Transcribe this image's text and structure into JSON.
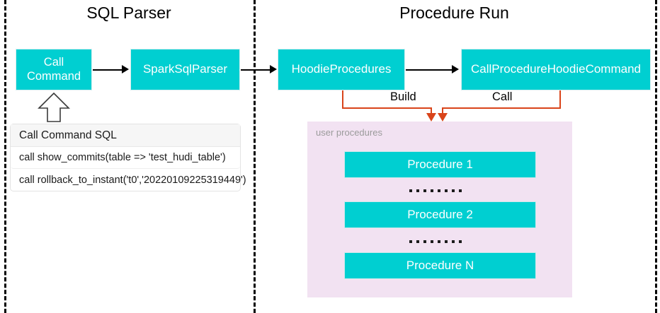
{
  "diagram": {
    "sections": [
      {
        "title": "SQL Parser"
      },
      {
        "title": "Procedure Run"
      }
    ],
    "nodes": {
      "call_command": "Call\nCommand",
      "call_command_line1": "Call",
      "call_command_line2": "Command",
      "spark_sql_parser": "SparkSqlParser",
      "hoodie_procedures": "HoodieProcedures",
      "call_procedure_hoodie_command": "CallProcedureHoodieCommand"
    },
    "edge_labels": {
      "build": "Build",
      "call": "Call"
    },
    "sql_table": {
      "header": "Call Command SQL",
      "rows": [
        "call show_commits(table => 'test_hudi_table')",
        "call rollback_to_instant('t0','20220109225319449')"
      ]
    },
    "procedures_panel": {
      "label": "user procedures",
      "items": [
        "Procedure 1",
        "Procedure 2",
        "Procedure N"
      ],
      "ellipsis_dot_count": 8
    },
    "colors": {
      "node_fill": "#00cfd1",
      "node_text": "#ffffff",
      "panel_fill": "#f2e2f2",
      "connector_orange": "#d9441a",
      "arrow_black": "#000000",
      "divider_black": "#000000",
      "panel_label_gray": "#9b9b9b",
      "table_header_gray": "#f6f6f6"
    }
  }
}
